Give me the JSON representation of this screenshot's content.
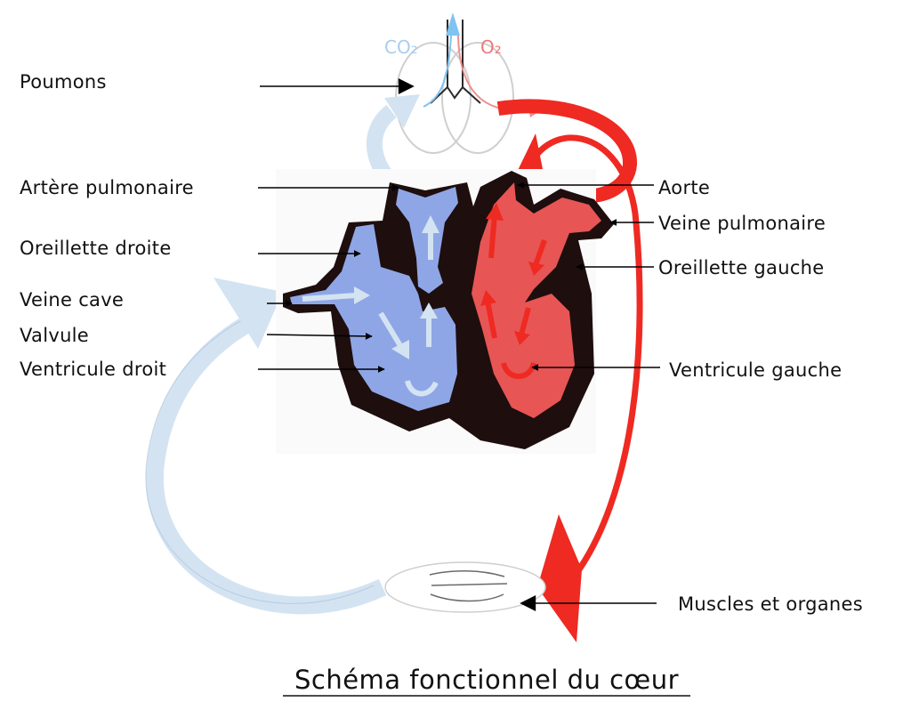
{
  "labels": {
    "poumons": "Poumons",
    "artere_pulmonaire": "Artère pulmonaire",
    "oreillette_droite": "Oreillette droite",
    "veine_cave": "Veine cave",
    "valvule": "Valvule",
    "ventricule_droit": "Ventricule droit",
    "aorte": "Aorte",
    "veine_pulmonaire": "Veine pulmonaire",
    "oreillette_gauche": "Oreillette gauche",
    "ventricule_gauche": "Ventricule gauche",
    "muscles_organes": "Muscles et organes"
  },
  "gases": {
    "co2": "CO₂",
    "o2": "O₂"
  },
  "title": "Schéma fonctionnel du cœur",
  "colors": {
    "deoxygenated": "#8fa6e6",
    "deoxygenated_flow": "#d3e3f2",
    "oxygenated": "#e85555",
    "oxygenated_flow": "#ee2a22",
    "heart_wall": "#1e0e0e",
    "co2_text": "#a8cdef",
    "o2_text": "#ec7a7a"
  }
}
